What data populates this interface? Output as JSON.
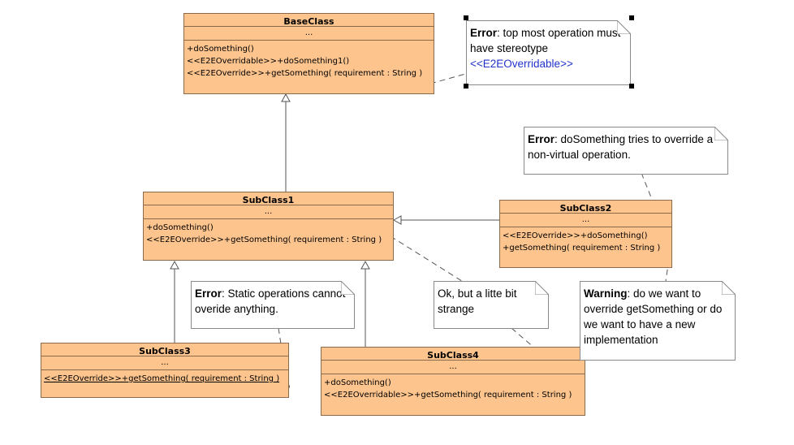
{
  "classes": {
    "base": {
      "name": "BaseClass",
      "attributes": "...",
      "ops": [
        "+doSomething()",
        "<<E2EOverridable>>+doSomething1()",
        "<<E2EOverride>>+getSomething( requirement : String )"
      ]
    },
    "sub1": {
      "name": "SubClass1",
      "attributes": "...",
      "ops": [
        "+doSomething()",
        "<<E2EOverride>>+getSomething( requirement : String )"
      ]
    },
    "sub2": {
      "name": "SubClass2",
      "attributes": "...",
      "ops": [
        "<<E2EOverride>>+doSomething()",
        "+getSomething( requirement : String )"
      ]
    },
    "sub3": {
      "name": "SubClass3",
      "attributes": "...",
      "ops": [
        "<<E2EOverride>>+getSomething( requirement : String )"
      ]
    },
    "sub4": {
      "name": "SubClass4",
      "attributes": "...",
      "ops": [
        "+doSomething()",
        "<<E2EOverridable>>+getSomething( requirement : String )"
      ]
    }
  },
  "notes": {
    "top": {
      "keyword": "Error",
      "text": ": top most operation must have stereotype",
      "stereotype": "<<E2EOverridable>>"
    },
    "virtual": {
      "keyword": "Error",
      "text": ": doSomething tries to override a non-virtual operation."
    },
    "static": {
      "keyword": "Error",
      "text": ": Static operations cannot overide anything."
    },
    "strange": {
      "text": "Ok, but a litte bit strange"
    },
    "warning": {
      "keyword": "Warning",
      "text": ": do we want to override getSomething or do we want to have a new implementation"
    }
  },
  "colors": {
    "class_fill": "#fdc48e",
    "class_border": "#8a6a4a",
    "stereotype_blue": "#2233cc"
  }
}
